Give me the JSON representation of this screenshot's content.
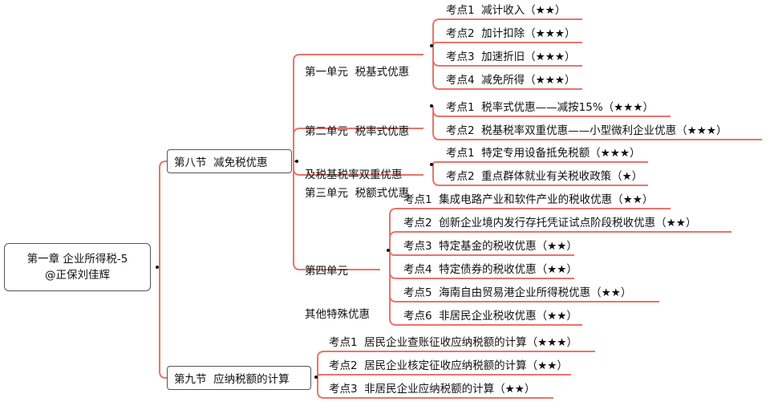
{
  "root": {
    "line1": "第一章  企业所得税-5",
    "line2": "@正保刘佳辉"
  },
  "sections": [
    {
      "title": "第八节  减免税优惠",
      "units": [
        {
          "title_lines": [
            "第一单元  税基式优惠"
          ],
          "points": [
            "考点1  减计收入（★★）",
            "考点2  加计扣除（★★★）",
            "考点3  加速折旧（★★★）",
            "考点4  减免所得（★★★）"
          ]
        },
        {
          "title_lines": [
            "第二单元  税率式优惠",
            "及税基税率双重优惠"
          ],
          "points": [
            "考点1  税率式优惠——减按15%（★★★）",
            "考点2  税基税率双重优惠——小型微利企业优惠（★★★）"
          ]
        },
        {
          "title_lines": [
            "第三单元  税额式优惠"
          ],
          "points": [
            "考点1  特定专用设备抵免税额（★★★）",
            "考点2  重点群体就业有关税收政策（★）"
          ]
        },
        {
          "title_lines": [
            "第四单元",
            "其他特殊优惠"
          ],
          "points": [
            "考点1  集成电路产业和软件产业的税收优惠（★★）",
            "考点2  创新企业境内发行存托凭证试点阶段税收优惠（★★）",
            "考点3  特定基金的税收优惠（★★）",
            "考点4  特定债券的税收优惠（★★）",
            "考点5  海南自由贸易港企业所得税优惠（★★）",
            "考点6  非居民企业税收优惠（★★）"
          ]
        }
      ]
    },
    {
      "title": "第九节  应纳税额的计算",
      "units": [],
      "points": [
        "考点1  居民企业查账征收应纳税额的计算（★★★）",
        "考点2  居民企业核定征收应纳税额的计算（★★）",
        "考点3  非居民企业应纳税额的计算（★★）"
      ]
    }
  ],
  "colors": {
    "line": "#e8746c",
    "box_border": "#555555",
    "text": "#111111"
  }
}
